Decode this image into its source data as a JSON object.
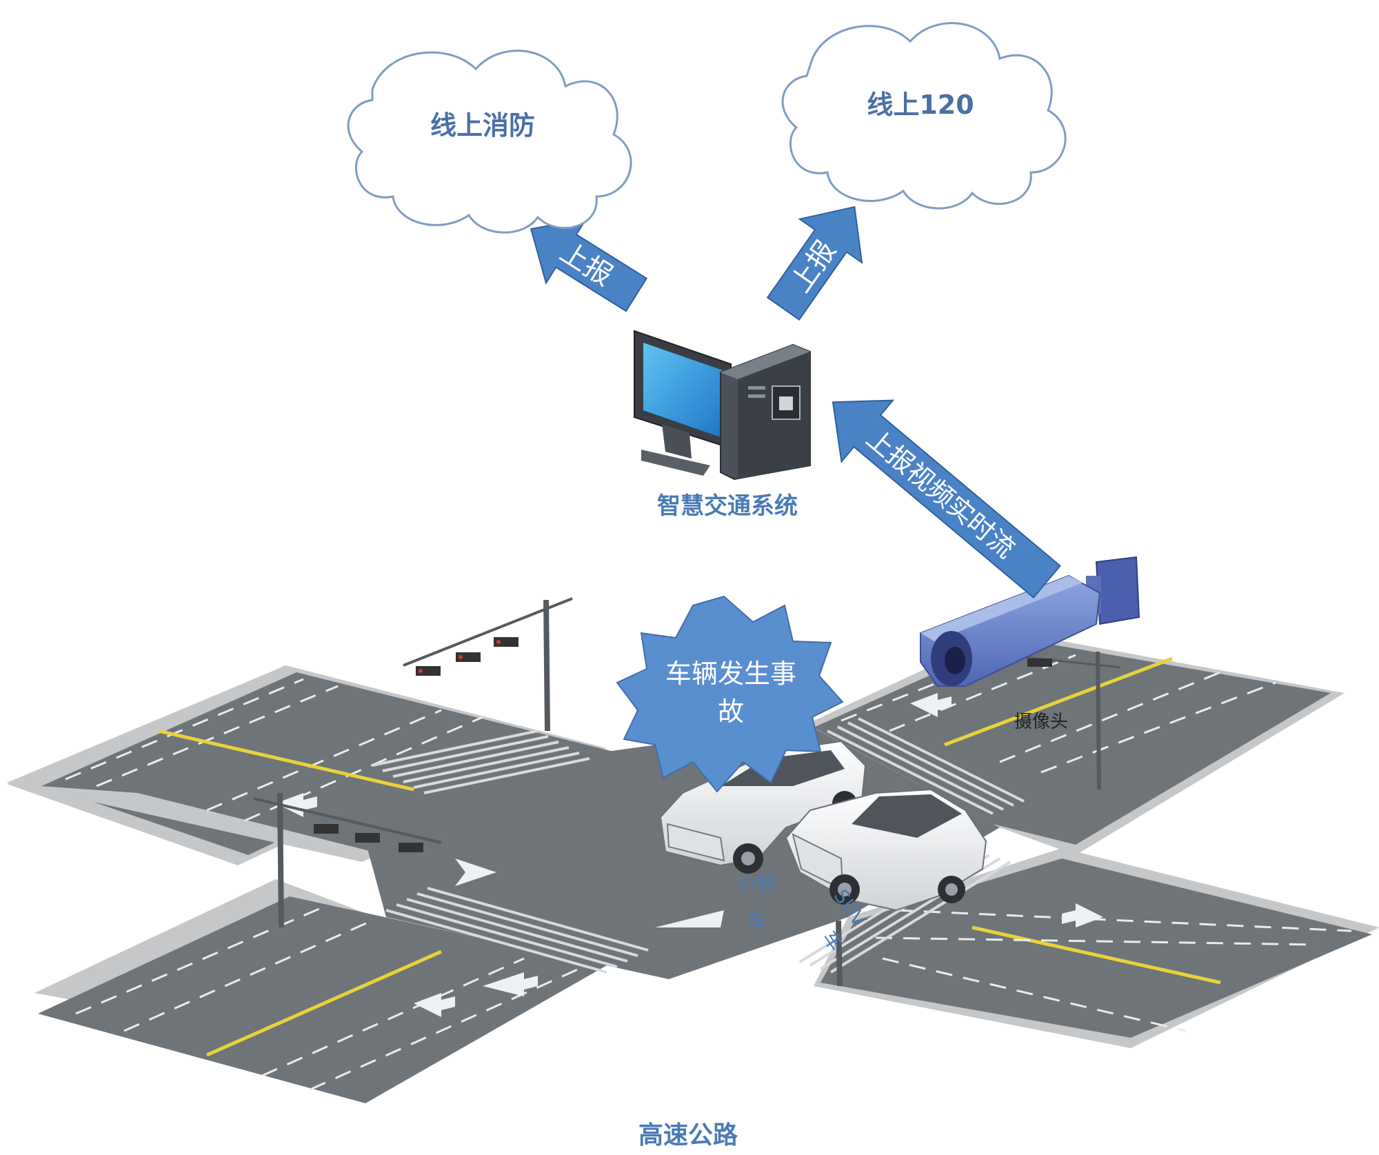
{
  "clouds": {
    "fire": {
      "label": "线上消防"
    },
    "ambulance": {
      "label": "线上120"
    }
  },
  "arrows": {
    "to_fire": {
      "label": "上报"
    },
    "to_ambulance": {
      "label": "上报"
    },
    "from_camera": {
      "label": "上报视频实时流"
    }
  },
  "system": {
    "label": "智慧交通系统"
  },
  "incident": {
    "line1": "车辆发生事",
    "line2": "故"
  },
  "camera": {
    "label": "摄像头"
  },
  "vehicles": {
    "sedan": {
      "line1": "小轿",
      "line2": "车"
    },
    "suv": {
      "line1": "SUV",
      "line2": "车"
    }
  },
  "road": {
    "label": "高速公路"
  },
  "colors": {
    "label_blue": "#4a7ab5",
    "arrow_blue": "#4a82c6",
    "starburst": "#5a8fcf",
    "cloud_stroke": "#7f9cc2",
    "asphalt": "#6f7479",
    "sidewalk": "#c4c6c7",
    "lane_yellow": "#e8d23a"
  },
  "icons": [
    "cloud-icon",
    "computer-icon",
    "starburst-icon",
    "camera-icon",
    "car-icon",
    "suv-icon",
    "traffic-light-icon"
  ]
}
